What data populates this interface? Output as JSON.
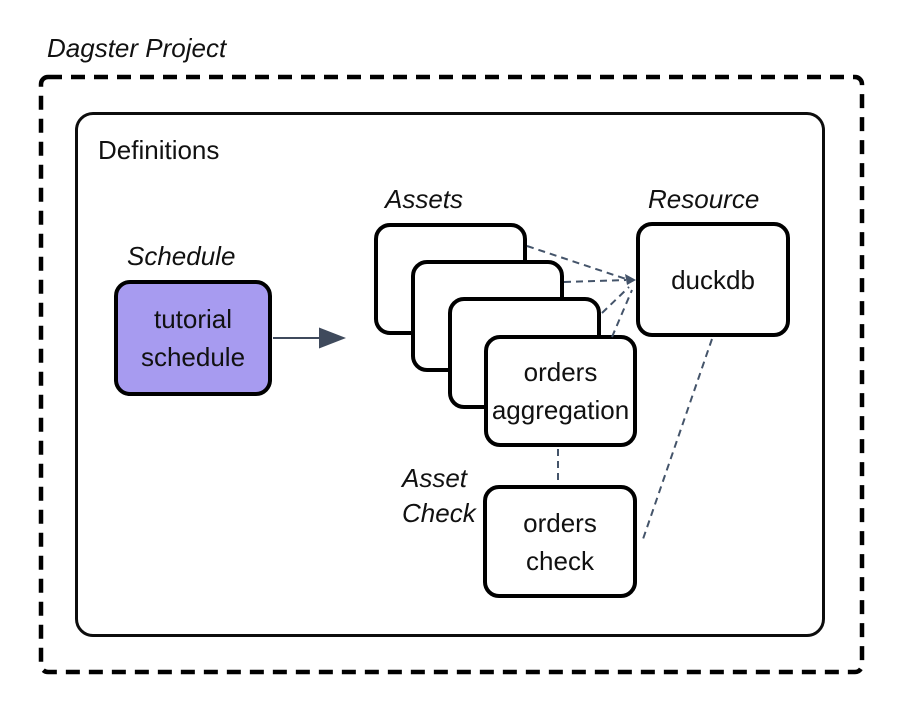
{
  "title": "Dagster Project",
  "container": {
    "label": "Definitions"
  },
  "groups": {
    "schedule": {
      "label": "Schedule",
      "node_lines": [
        "tutorial",
        "schedule"
      ]
    },
    "assets": {
      "label": "Assets",
      "stack_count": 4,
      "front_node_lines": [
        "orders",
        "aggregation"
      ]
    },
    "resource": {
      "label": "Resource",
      "node_label": "duckdb"
    },
    "asset_check": {
      "label_lines": [
        "Asset",
        "Check"
      ],
      "node_lines": [
        "orders",
        "check"
      ]
    }
  },
  "colors": {
    "schedule_fill": "#a79bf0",
    "node_fill": "#ffffff",
    "node_border": "#000000",
    "connector": "#44546a",
    "arrow": "#3f4a5c",
    "outer_border": "#000000"
  }
}
